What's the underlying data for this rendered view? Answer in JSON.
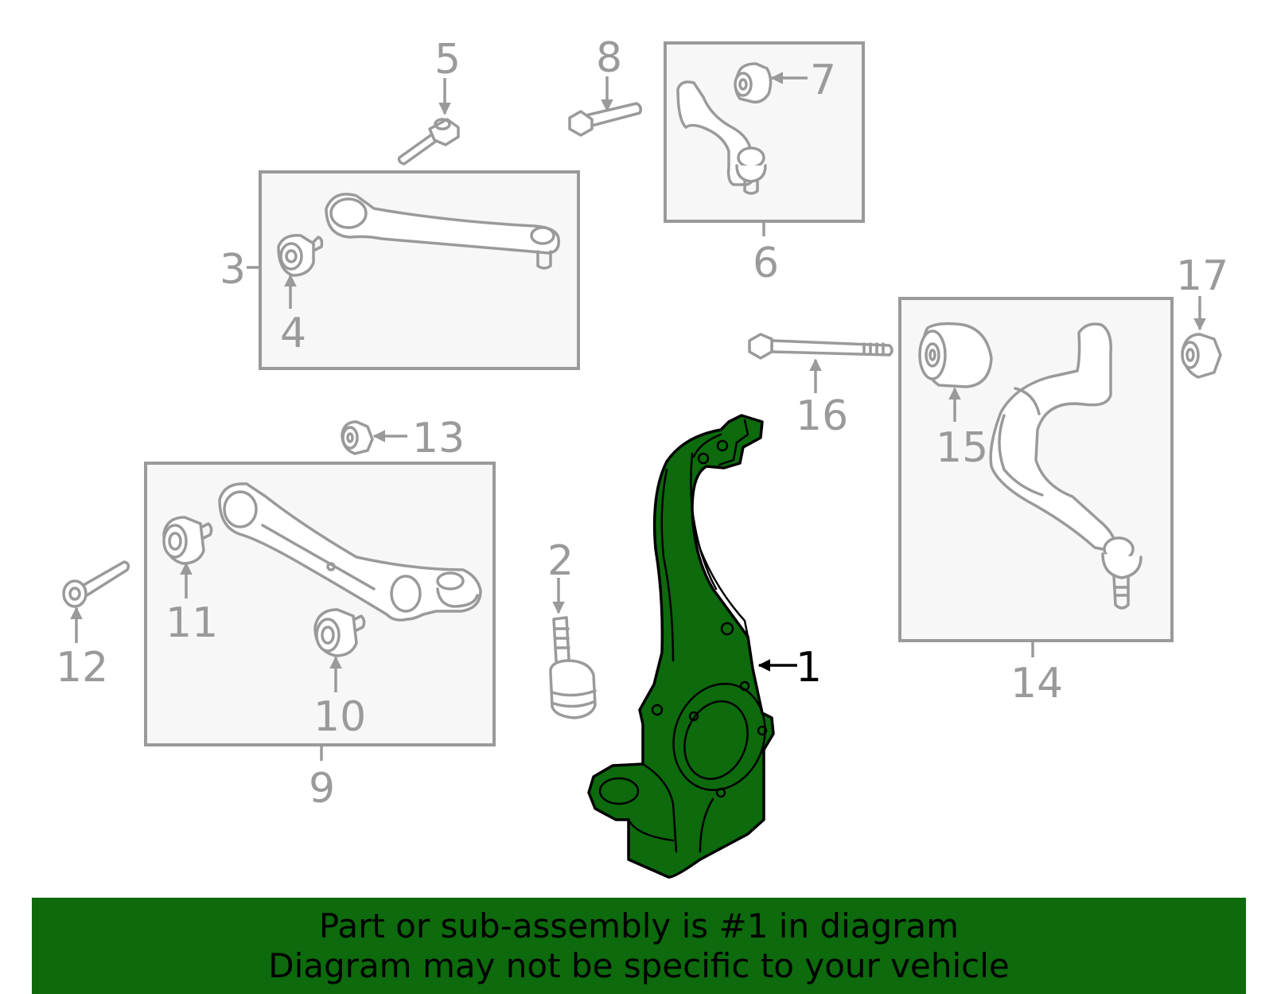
{
  "colors": {
    "highlight": "#0d6a0d",
    "line": "#9a9a9a",
    "box_fill": "#f7f7f7",
    "banner": "#0d6a0d",
    "text": "#000000"
  },
  "callouts": {
    "c1": "1",
    "c2": "2",
    "c3": "3",
    "c4": "4",
    "c5": "5",
    "c6": "6",
    "c7": "7",
    "c8": "8",
    "c9": "9",
    "c10": "10",
    "c11": "11",
    "c12": "12",
    "c13": "13",
    "c14": "14",
    "c15": "15",
    "c16": "16",
    "c17": "17"
  },
  "banner": {
    "line1": "Part or sub-assembly is #1 in diagram",
    "line2": "Diagram may not be specific to your vehicle"
  }
}
